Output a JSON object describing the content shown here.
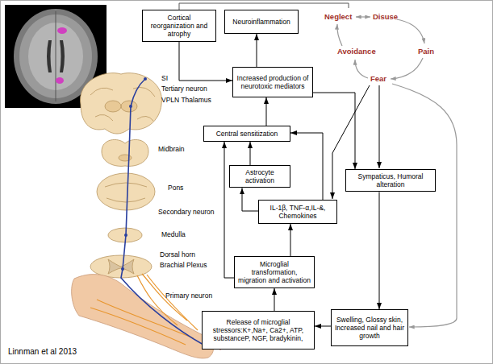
{
  "diagram": {
    "nodes": [
      {
        "text": [
          "Cortical reorganization and atrophy"
        ]
      },
      {
        "text": [
          "Neuroinflammation"
        ]
      },
      {
        "text": [
          "Increased production of neurotoxic mediators"
        ]
      },
      {
        "text": [
          "Central sensitization"
        ]
      },
      {
        "text": [
          "Astrocyte activation"
        ]
      },
      {
        "text": [
          "IL-1β, TNF-α,IL-&, Chemokines"
        ]
      },
      {
        "text": [
          "Sympaticus, Humoral alteration"
        ]
      },
      {
        "text": [
          "Microglial transformation, migration and activation"
        ]
      },
      {
        "text": [
          "Release of microglial stressors:K+,Na+, Ca2+, ATP, substanceP, NGF, bradykinin,"
        ]
      },
      {
        "text": [
          "Swelling, Glossy skin, Increased nail and hair growth"
        ]
      }
    ],
    "edges": [
      {
        "from": 0,
        "to": 2,
        "arrow": "to"
      },
      {
        "from": 2,
        "to": 1,
        "arrow": "to"
      },
      {
        "from": 3,
        "to": 2,
        "arrow": "to"
      },
      {
        "from": 4,
        "to": 3,
        "arrow": "to"
      },
      {
        "from": 5,
        "to": 3,
        "arrow": "to"
      },
      {
        "from": 5,
        "to": 4,
        "arrow": "to"
      },
      {
        "from": 7,
        "to": 5,
        "arrow": "to"
      },
      {
        "from": 7,
        "to": 3,
        "arrow": "to"
      },
      {
        "from": 8,
        "to": 7,
        "arrow": "to"
      },
      {
        "from": 2,
        "to": 6,
        "arrow": "to"
      },
      {
        "from": 6,
        "to": 9,
        "arrow": "to"
      },
      {
        "from": 9,
        "to": 8,
        "arrow": "to"
      }
    ],
    "labels": [
      "Neglect",
      "Disuse",
      "Avoidance",
      "Pain",
      "Fear",
      "SI",
      "Tertiary neuron",
      "VPLN Thalamus",
      "Midbrain",
      "Pons",
      "Secondary neuron",
      "Medulla",
      "Dorsal horn",
      "Brachial Plexus",
      "Primary neuron",
      "Linnman et al 2013"
    ]
  }
}
